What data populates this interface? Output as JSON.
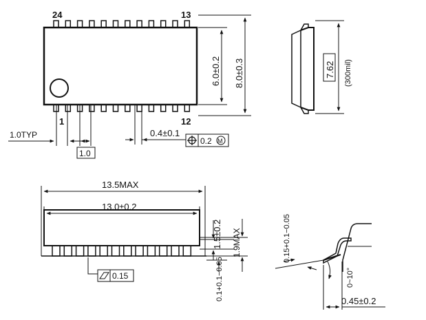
{
  "top_view": {
    "pin_label_top_left": "24",
    "pin_label_top_right": "13",
    "pin_label_bottom_left": "1",
    "pin_label_bottom_right": "12",
    "pin_count_per_side": 12,
    "dim_body_width": "6.0±0.2",
    "dim_total_width": "8.0±0.3",
    "dim_pitch_typ": "1.0TYP",
    "dim_pitch_box": "1.0",
    "dim_lead_width": "0.4±0.1",
    "tolerance_value": "0.2",
    "tolerance_modifier": "M"
  },
  "end_view": {
    "dim_row_spacing": "7.62",
    "dim_row_spacing_mil": "(300mil)"
  },
  "side_view": {
    "dim_max_length": "13.5MAX",
    "dim_body_length": "13.0±0.2",
    "dim_body_height": "1.5±0.2",
    "dim_max_height": "1.9MAX",
    "dim_standoff": "0.1+0.1−0.05",
    "flatness_value": "0.15"
  },
  "lead_detail": {
    "dim_lead_thickness": "0.15+0.1−0.05",
    "dim_angle": "0~10°",
    "dim_lead_length": "0.45±0.2"
  }
}
